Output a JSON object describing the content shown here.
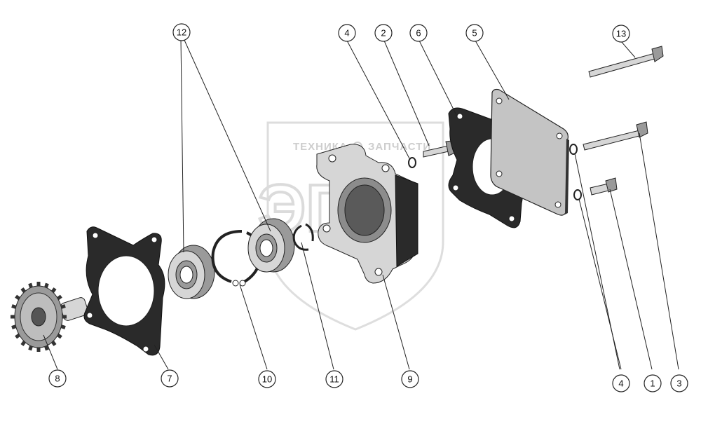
{
  "watermark": {
    "top_text_left": "ТЕХНИКА",
    "top_text_right": "ЗАПЧАСТИ",
    "logo_letters": "ЭПФ"
  },
  "callouts": [
    {
      "id": "12",
      "label": "12"
    },
    {
      "id": "4a",
      "label": "4"
    },
    {
      "id": "2",
      "label": "2"
    },
    {
      "id": "6",
      "label": "6"
    },
    {
      "id": "5",
      "label": "5"
    },
    {
      "id": "13",
      "label": "13"
    },
    {
      "id": "8",
      "label": "8"
    },
    {
      "id": "7",
      "label": "7"
    },
    {
      "id": "10",
      "label": "10"
    },
    {
      "id": "11",
      "label": "11"
    },
    {
      "id": "9",
      "label": "9"
    },
    {
      "id": "4b",
      "label": "4"
    },
    {
      "id": "1",
      "label": "1"
    },
    {
      "id": "3",
      "label": "3"
    }
  ]
}
